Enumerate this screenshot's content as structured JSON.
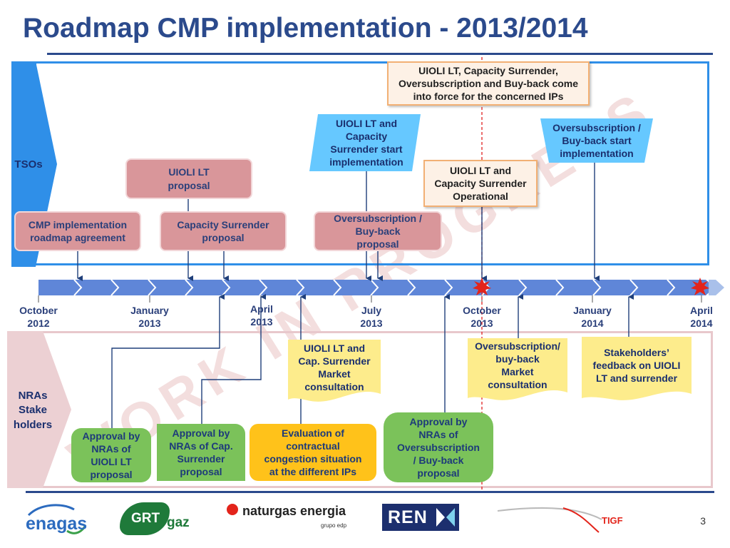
{
  "title": "Roadmap CMP implementation - 2013/2014",
  "sections": {
    "tsos": "TSOs",
    "nras_lines": [
      "NRAs",
      "Stake",
      "holders"
    ]
  },
  "watermark": "WORK IN PROGRESS",
  "tso_boxes": {
    "cmp_roadmap": [
      "CMP implementation",
      "roadmap agreement"
    ],
    "uioli_proposal": [
      "UIOLI LT",
      "proposal"
    ],
    "capacity_surrender_proposal": [
      "Capacity Surrender",
      "proposal"
    ],
    "oversub_proposal": [
      "Oversubscription /",
      "Buy-back",
      "proposal"
    ],
    "uioli_cs_start": [
      "UIOLI LT and",
      "Capacity",
      "Surrender start",
      "implementation"
    ],
    "into_force": [
      "UIOLI LT, Capacity Surrender,",
      "Oversubscription and Buy-back come",
      "into force for the concerned IPs"
    ],
    "uioli_cs_operational": [
      "UIOLI LT and",
      "Capacity Surrender",
      "Operational"
    ],
    "oversub_start": [
      "Oversubscription /",
      "Buy-back start",
      "implementation"
    ]
  },
  "axis_labels": {
    "oct2012": [
      "October",
      "2012"
    ],
    "jan2013": [
      "January",
      "2013"
    ],
    "apr2013": [
      "April",
      "2013"
    ],
    "jul2013": [
      "July",
      "2013"
    ],
    "oct2013": [
      "October",
      "2013"
    ],
    "jan2014": [
      "January",
      "2014"
    ],
    "apr2014": [
      "April",
      "2014"
    ]
  },
  "nra_boxes": {
    "uioli_cap_consult": [
      "UIOLI LT and",
      "Cap. Surrender",
      "Market",
      "consultation"
    ],
    "oversub_consult": [
      "Oversubscription/",
      "buy-back",
      "Market",
      "consultation"
    ],
    "stakeholders_feedback": [
      "Stakeholders’",
      "feedback on UIOLI",
      "LT and surrender"
    ],
    "approval_uioli": [
      "Approval by",
      "NRAs of",
      "UIOLI LT",
      "proposal"
    ],
    "approval_cap_surrender": [
      "Approval by",
      "NRAs of Cap.",
      "Surrender",
      "proposal"
    ],
    "evaluation": [
      "Evaluation of",
      "contractual",
      "congestion situation",
      "at the different IPs"
    ],
    "approval_oversub": [
      "Approval by",
      "NRAs of",
      "Oversubscription",
      "/ Buy-back",
      "proposal"
    ]
  },
  "logos": {
    "enagas": "enagas",
    "grtgaz_a": "GRT",
    "grtgaz_b": "gaz",
    "naturgas": "naturgas energia",
    "naturgas_sub": "grupo edp",
    "ren": "REN",
    "tigf": "TIGF"
  },
  "page_number": "3"
}
